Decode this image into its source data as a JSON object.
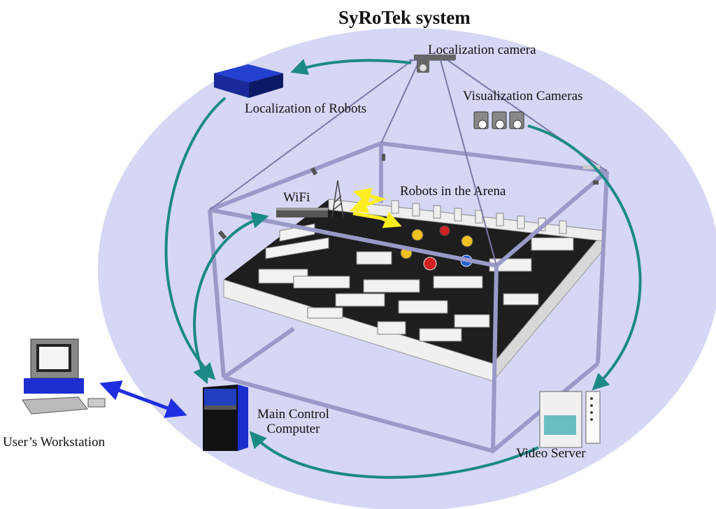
{
  "title": "SyRoTek system",
  "labels": {
    "localization_camera": "Localization camera",
    "visualization_cameras": "Visualization Cameras",
    "localization_of_robots": "Localization of Robots",
    "wifi": "WiFi",
    "robots_in_arena": "Robots in the Arena",
    "main_control_line1": "Main Control",
    "main_control_line2": "Computer",
    "users_workstation": "User’s Workstation",
    "video_server": "Video Server"
  },
  "colors": {
    "background_ellipse": "#d6d6f5",
    "flow_arrow": "#1a8a84",
    "link_arrow": "#1e2ee0",
    "frame": "#b9b9e0",
    "arena_floor": "#1e1e1e",
    "arena_wall": "#f0f0f0",
    "wifi_signal": "#ffee22",
    "server_blue": "#1030c8"
  },
  "icons": [
    "localization-box-icon",
    "ceiling-camera-icon",
    "visualization-camera-icon",
    "wifi-router-icon",
    "antenna-icon",
    "workstation-icon",
    "main-computer-icon",
    "video-server-icon",
    "robot-icon"
  ]
}
